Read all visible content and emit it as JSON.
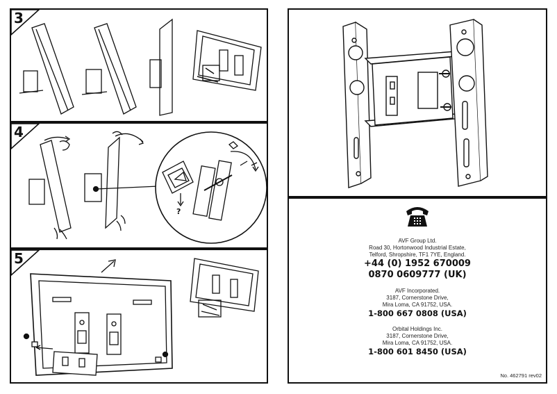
{
  "steps": [
    {
      "number": "3"
    },
    {
      "number": "4"
    },
    {
      "number": "5"
    }
  ],
  "step4": {
    "help_mark": "?"
  },
  "contacts": [
    {
      "company": "AVF Group Ltd.",
      "address": [
        "Road 30, Hortonwood Industrial Estate,",
        "Telford, Shropshire, TF1 7YE, England."
      ],
      "phones": [
        "+44 (0) 1952 670009",
        "0870 0609777 (UK)"
      ]
    },
    {
      "company": "AVF Incorporated.",
      "address": [
        "3187, Cornerstone Drive,",
        "Mira Loma, CA 91752, USA."
      ],
      "phones": [
        "1-800 667 0808 (USA)"
      ]
    },
    {
      "company": "Orbital Holdings Inc.",
      "address": [
        "3187, Cornerstone Drive,",
        "Mira Loma, CA 91752, USA."
      ],
      "phones": [
        "1-800 601 8450 (USA)"
      ]
    }
  ],
  "doc_number": "No. 462791 rev02",
  "icons": {
    "phone": "telephone-icon"
  }
}
